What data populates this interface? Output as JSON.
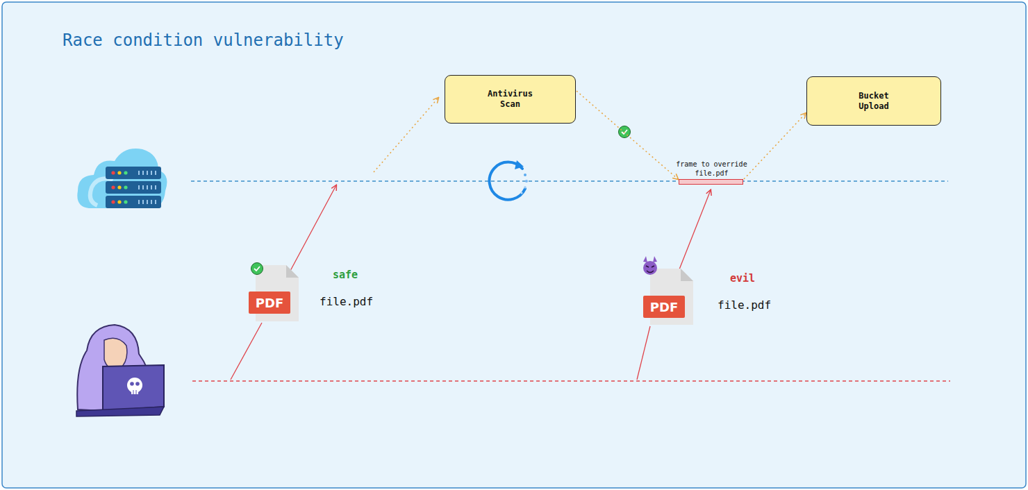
{
  "diagram": {
    "title": "Race condition vulnerability",
    "nodes": [
      {
        "text": [
          "Antivirus Scan"
        ]
      },
      {
        "text": [
          "frame to override file.pdf"
        ]
      },
      {
        "text": [
          "Bucket Upload"
        ]
      }
    ],
    "edges": [
      {
        "from": 0,
        "to": 1,
        "arrow": "to"
      },
      {
        "from": 1,
        "to": 2,
        "arrow": "to"
      }
    ],
    "labels": [
      "PDF",
      "safe",
      "file.pdf",
      "PDF",
      "evil",
      "file.pdf"
    ]
  }
}
